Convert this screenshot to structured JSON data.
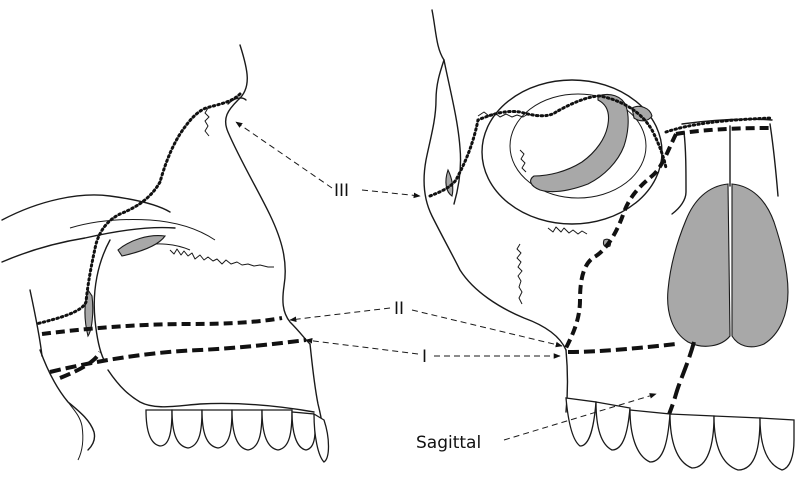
{
  "labels": {
    "le3": "III",
    "le2": "II",
    "le1": "I",
    "sagittal": "Sagittal"
  },
  "colors": {
    "line": "#111111",
    "shade": "#a8a8a8",
    "background": "#ffffff"
  }
}
